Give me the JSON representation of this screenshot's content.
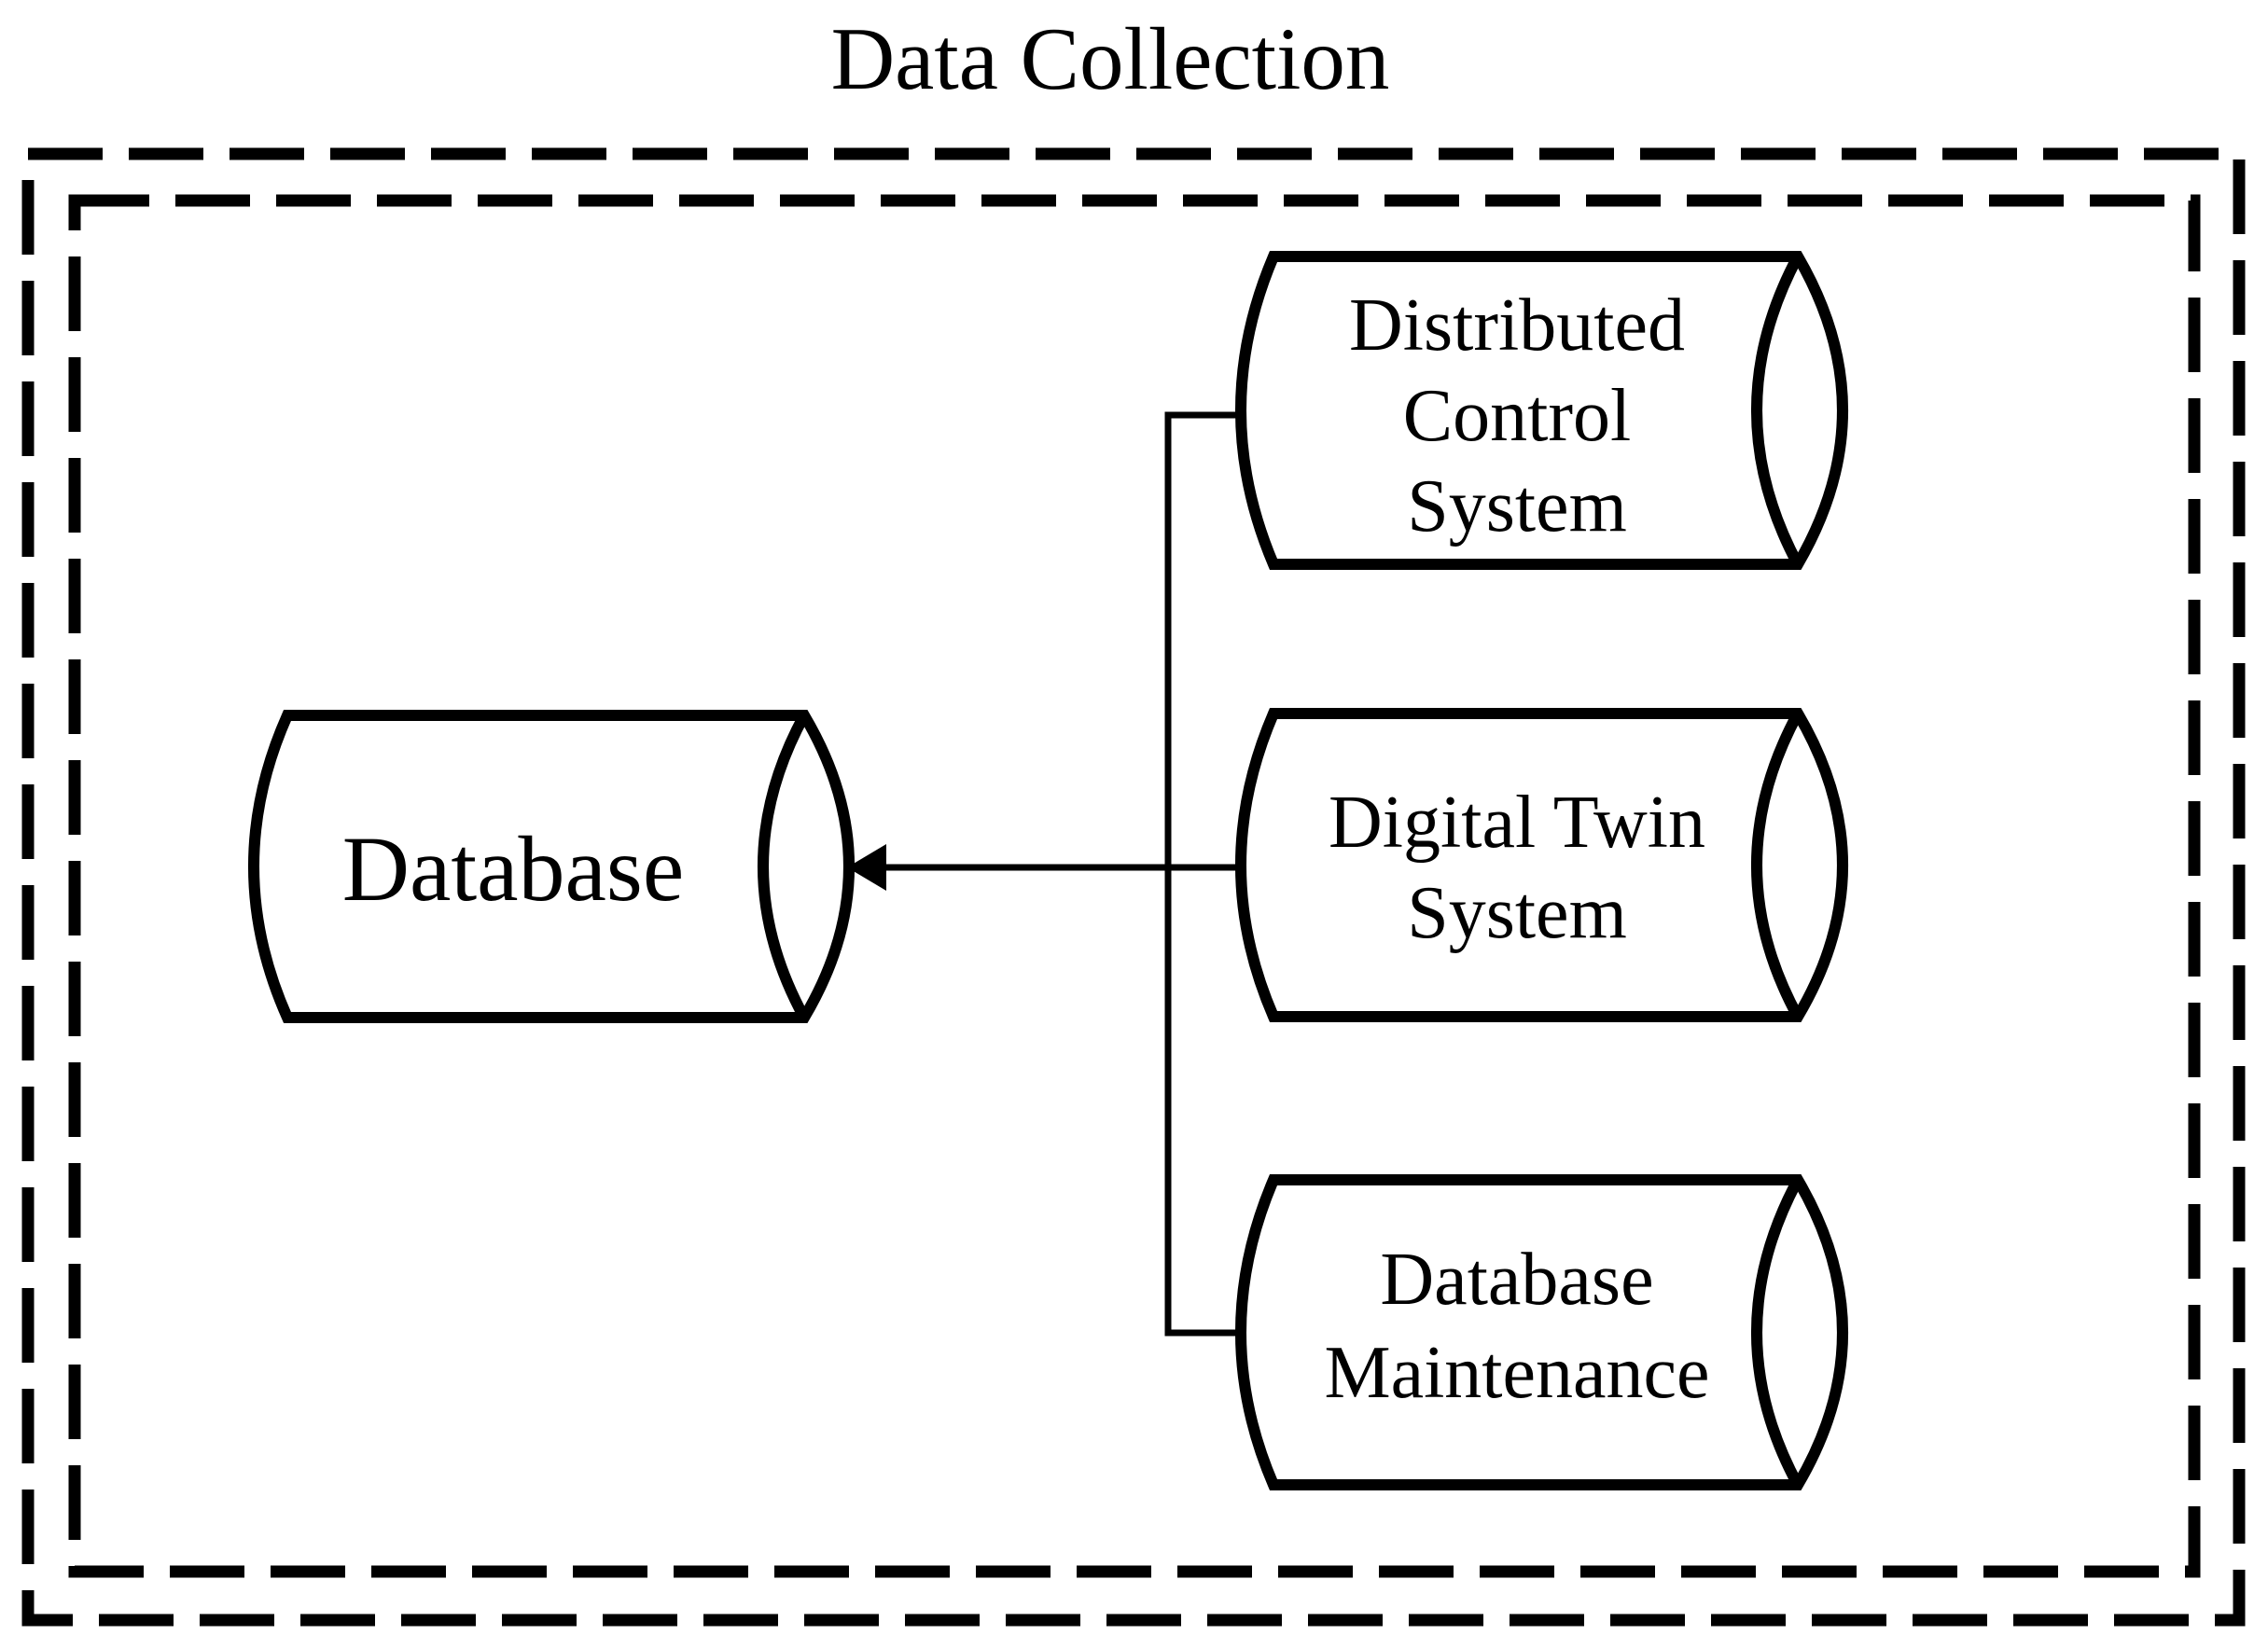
{
  "title": "Data Collection",
  "nodes": {
    "database": {
      "label": "Database"
    },
    "distributed_control_system": {
      "line1": "Distributed",
      "line2": "Control",
      "line3": "System"
    },
    "digital_twin_system": {
      "line1": "Digital Twin",
      "line2": "System"
    },
    "database_maintenance": {
      "line1": "Database",
      "line2": "Maintenance"
    }
  },
  "edges": [
    {
      "from": "Distributed Control System",
      "to": "Database",
      "style": "line-arrow"
    },
    {
      "from": "Digital Twin System",
      "to": "Database",
      "style": "line-arrow"
    },
    {
      "from": "Database Maintenance",
      "to": "Database",
      "style": "line-arrow"
    }
  ],
  "colors": {
    "stroke": "#000000",
    "background": "#ffffff"
  }
}
